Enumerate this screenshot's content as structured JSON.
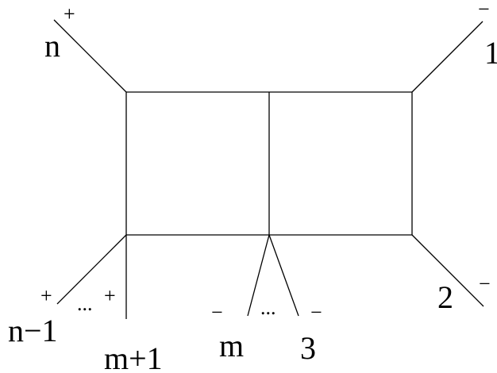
{
  "diagram": {
    "labels": {
      "n": "n",
      "n_sign": "+",
      "one": "1",
      "one_sign": "−",
      "two": "2",
      "two_sign": "−",
      "n_minus_1": "n−1",
      "n_minus_1_sign": "+",
      "left_dots": "...",
      "m_plus_1_sign": "+",
      "m_plus_1": "m+1",
      "m": "m",
      "m_sign": "−",
      "middle_dots": "...",
      "three": "3",
      "three_sign": "−"
    }
  }
}
